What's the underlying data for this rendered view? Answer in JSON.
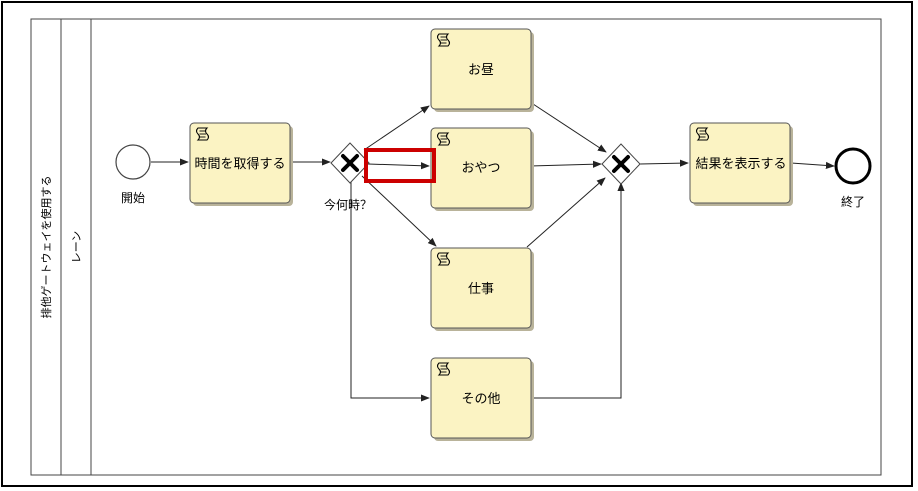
{
  "pool": {
    "label": "排他ゲートウェイを使用する"
  },
  "lane": {
    "label": "レーン"
  },
  "start_event": {
    "label": "開始"
  },
  "end_event": {
    "label": "終了"
  },
  "gateway_split": {
    "label": "今何時？"
  },
  "tasks": {
    "get_time": {
      "label": "時間を取得する"
    },
    "lunch": {
      "label": "お昼"
    },
    "snack": {
      "label": "おやつ"
    },
    "work": {
      "label": "仕事"
    },
    "other": {
      "label": "その他"
    },
    "show_result": {
      "label": "結果を表示する"
    }
  },
  "colors": {
    "task_fill": "#fbf3c3",
    "highlight": "#cc0000"
  },
  "icons": {
    "task_type": "script-icon",
    "gateway_marker": "x-marker-icon"
  }
}
